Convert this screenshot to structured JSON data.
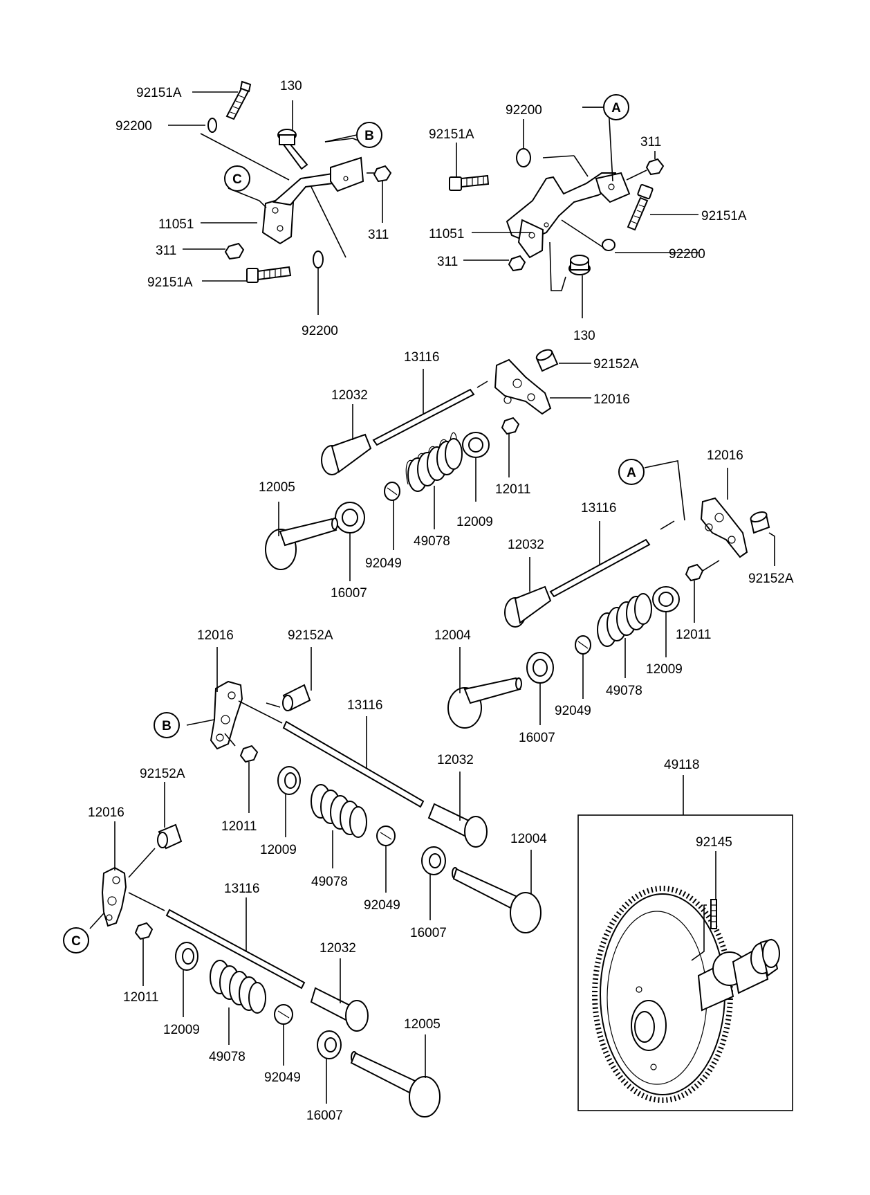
{
  "callouts": {
    "tl_92151A_top": "92151A",
    "tl_92200_top": "92200",
    "tl_130": "130",
    "tl_11051": "11051",
    "tl_311_left": "311",
    "tl_311_right": "311",
    "tl_92151A_bot": "92151A",
    "tl_92200_bot": "92200",
    "tr_92200_top": "92200",
    "tr_92151A_left": "92151A",
    "tr_311_top": "311",
    "tr_92151A_right": "92151A",
    "tr_11051": "11051",
    "tr_311_left": "311",
    "tr_92200_right": "92200",
    "tr_130": "130",
    "v1_13116": "13116",
    "v1_92152A": "92152A",
    "v1_12032": "12032",
    "v1_12016": "12016",
    "v1_12005": "12005",
    "v1_12011": "12011",
    "v1_12009": "12009",
    "v1_49078": "49078",
    "v1_92049": "92049",
    "v1_16007": "16007",
    "v2_12016": "12016",
    "v2_13116": "13116",
    "v2_12032": "12032",
    "v2_92152A": "92152A",
    "v2_12004": "12004",
    "v2_12011": "12011",
    "v2_12009": "12009",
    "v2_49078": "49078",
    "v2_92049": "92049",
    "v2_16007": "16007",
    "v3_12016": "12016",
    "v3_92152A": "92152A",
    "v3_13116": "13116",
    "v3_12032": "12032",
    "v3_12011": "12011",
    "v3_12009": "12009",
    "v3_12004": "12004",
    "v3_49078": "49078",
    "v3_92049": "92049",
    "v3_16007": "16007",
    "v4_92152A": "92152A",
    "v4_12016": "12016",
    "v4_13116": "13116",
    "v4_12032": "12032",
    "v4_12011": "12011",
    "v4_12009": "12009",
    "v4_49078": "49078",
    "v4_92049": "92049",
    "v4_12005": "12005",
    "v4_16007": "16007",
    "cam_49118": "49118",
    "cam_92145": "92145"
  },
  "refs": {
    "a_top": "A",
    "b_top": "B",
    "c_top": "C",
    "a_mid": "A",
    "b_mid": "B",
    "c_bot": "C"
  }
}
